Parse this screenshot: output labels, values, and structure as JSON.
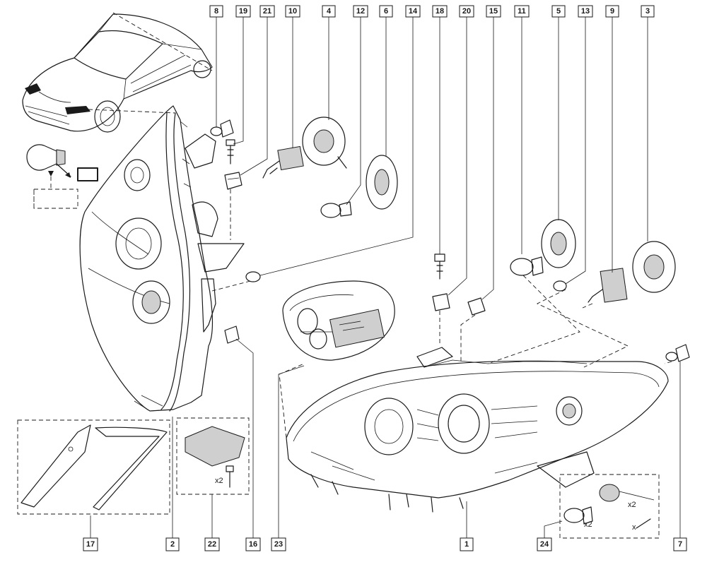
{
  "callouts_top": [
    {
      "id": "t8",
      "label": "8"
    },
    {
      "id": "t19",
      "label": "19"
    },
    {
      "id": "t21",
      "label": "21"
    },
    {
      "id": "t10",
      "label": "10"
    },
    {
      "id": "t4",
      "label": "4"
    },
    {
      "id": "t12",
      "label": "12"
    },
    {
      "id": "t6",
      "label": "6"
    },
    {
      "id": "t14",
      "label": "14"
    },
    {
      "id": "t18",
      "label": "18"
    },
    {
      "id": "t20",
      "label": "20"
    },
    {
      "id": "t15",
      "label": "15"
    },
    {
      "id": "t11",
      "label": "11"
    },
    {
      "id": "t5",
      "label": "5"
    },
    {
      "id": "t13",
      "label": "13"
    },
    {
      "id": "t9",
      "label": "9"
    },
    {
      "id": "t3",
      "label": "3"
    }
  ],
  "callouts_bottom": [
    {
      "id": "b17",
      "label": "17"
    },
    {
      "id": "b2",
      "label": "2"
    },
    {
      "id": "b22",
      "label": "22"
    },
    {
      "id": "b16",
      "label": "16"
    },
    {
      "id": "b23",
      "label": "23"
    },
    {
      "id": "b1",
      "label": "1"
    },
    {
      "id": "b24",
      "label": "24"
    },
    {
      "id": "b7",
      "label": "7"
    }
  ],
  "quantities": {
    "ballast_screw": "x2",
    "kit_holder": "x2",
    "kit_bulb": "x2",
    "kit_screw": "x"
  }
}
